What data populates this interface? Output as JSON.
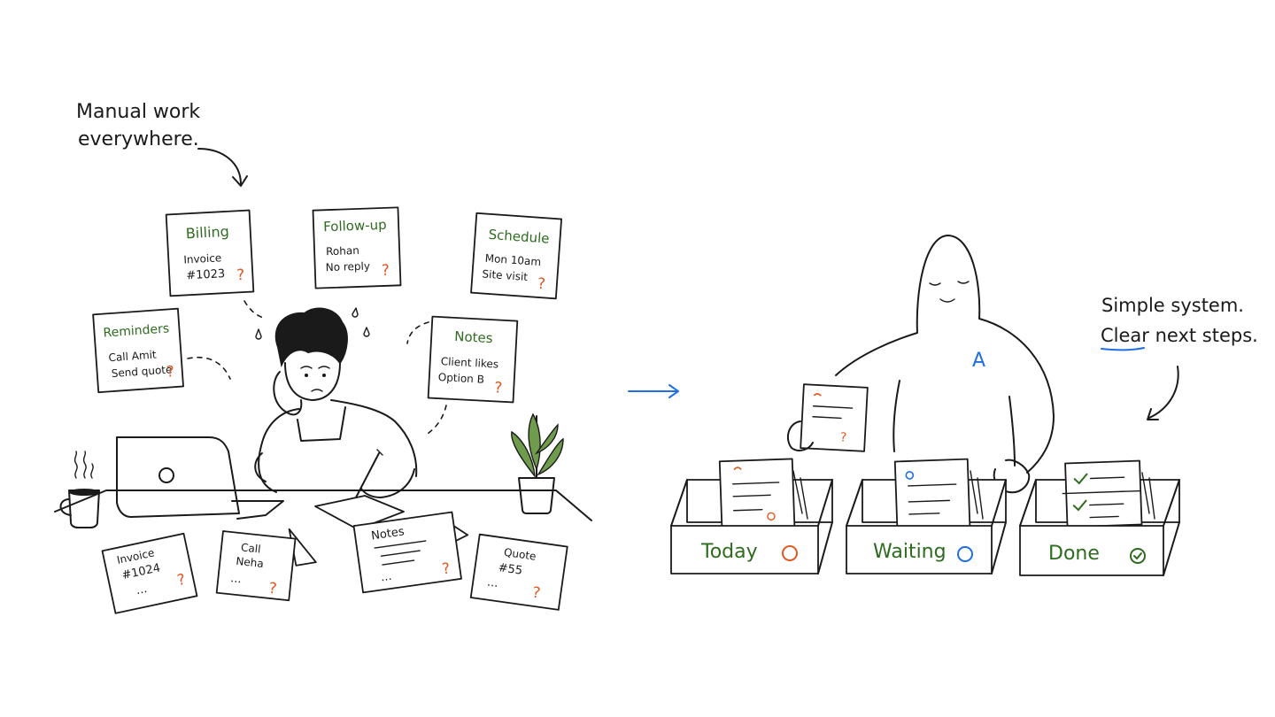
{
  "left_caption": {
    "line1": "Manual work",
    "line2": "everywhere."
  },
  "right_caption": {
    "line1": "Simple system.",
    "line2_highlight": "Clear",
    "line2_rest": " next steps."
  },
  "question_mark": "?",
  "ellipsis": "...",
  "notes": {
    "billing": {
      "title": "Billing",
      "line1": "Invoice",
      "line2": "#1023"
    },
    "followup": {
      "title": "Follow-up",
      "line1": "Rohan",
      "line2": "No reply"
    },
    "schedule": {
      "title": "Schedule",
      "line1": "Mon 10am",
      "line2": "Site visit"
    },
    "reminders": {
      "title": "Reminders",
      "line1": "Call Amit",
      "line2": "Send quote"
    },
    "notes_card": {
      "title": "Notes",
      "line1": "Client likes",
      "line2": "Option B"
    }
  },
  "desk_papers": {
    "invoice": {
      "line1": "Invoice",
      "line2": "#1024"
    },
    "call": {
      "line1": "Call",
      "line2": "Neha"
    },
    "notes": {
      "title": "Notes"
    },
    "quote": {
      "line1": "Quote",
      "line2": "#55"
    }
  },
  "robot_badge": "A",
  "trays": {
    "today": "Today",
    "waiting": "Waiting",
    "done": "Done"
  },
  "colors": {
    "green": "#2e6b1f",
    "orange": "#e2581e",
    "blue": "#1f6fe0",
    "ink": "#1a1a1a"
  },
  "icons": [
    "coffee-mug-icon",
    "laptop-icon",
    "plant-icon",
    "arrow-icon",
    "circle-icon",
    "check-circle-icon"
  ]
}
